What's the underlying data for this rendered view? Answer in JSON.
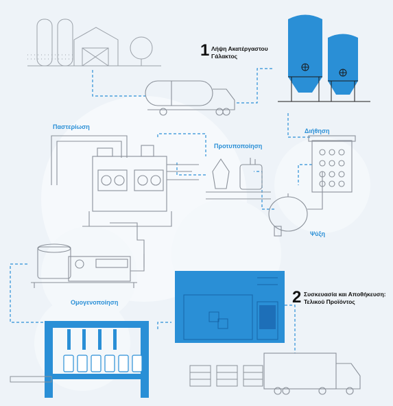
{
  "steps": [
    {
      "number": "1",
      "line1": "Λήψη Ακατέργαστου",
      "line2": "Γάλακτος"
    },
    {
      "number": "2",
      "line1": "Συσκευασία και Αποθήκευση:",
      "line2": "Τελικού Προϊόντος"
    }
  ],
  "stages": {
    "pasteurization": "Παστερίωση",
    "standardization": "Προτυποποίηση",
    "filtration": "Διήθηση",
    "cooling": "Ψύξη",
    "homogenization": "Ομογενοποίηση"
  },
  "colors": {
    "background": "#eef3f8",
    "accent_blue": "#2a8fd6",
    "line_gray": "#8a9099",
    "dashed_blue": "#2a8fd6"
  }
}
